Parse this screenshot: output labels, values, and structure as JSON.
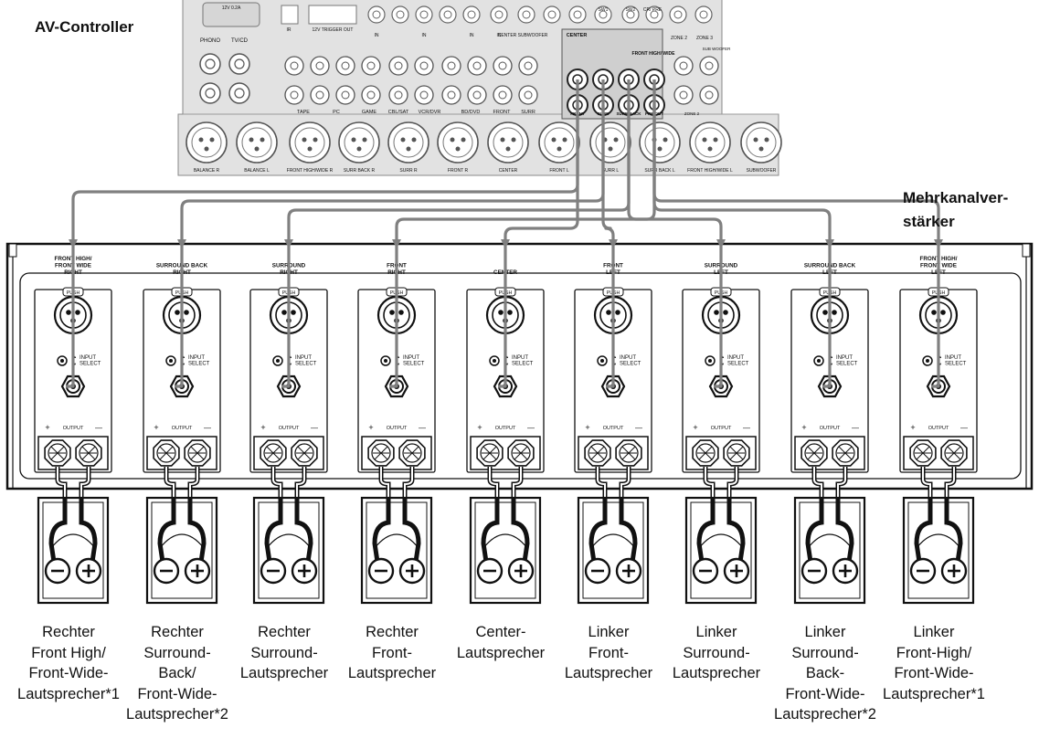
{
  "header": {
    "av_controller": "AV-Controller",
    "amplifier_line1": "Mehrkanalver-",
    "amplifier_line2": "stärker"
  },
  "rear_panel": {
    "top_labels": [
      "12V 0.2A",
      "IR",
      "12V TRIGGER OUT",
      "IN",
      "IN",
      "IN",
      "IN",
      "CENTER",
      "SUBWOOFER",
      "SW1",
      "SW2",
      "CR/ PRE",
      "ZONE 2",
      "ZONE 3",
      "SUB WOOFER"
    ],
    "group_labels": [
      "PHONO",
      "TV/CD",
      "TAPE",
      "PC",
      "GAME",
      "CBL/SAT",
      "VCR/DVR",
      "BD/DVD",
      "FRONT",
      "SURR",
      "FRONT",
      "SURR",
      "SURR BACK",
      "PRE OUT",
      "ZONE 2"
    ],
    "preout_labels": [
      "CENTER",
      "FRONT HIGH/ WIDE"
    ],
    "xlr_labels": [
      "BALANCE R",
      "BALANCE L",
      "FRONT HIGH/WIDE R",
      "SURR BACK R",
      "SURR R",
      "FRONT R",
      "CENTER",
      "FRONT L",
      "SURR L",
      "SURR BACK L",
      "FRONT HIGH/WIDE L",
      "SUBWOOFER"
    ]
  },
  "amplifier": {
    "push_label": "PUSH",
    "input_select_label": "INPUT SELECT",
    "output_label": "OUTPUT",
    "plus": "+",
    "minus": "—",
    "channels": [
      {
        "label": "FRONT HIGH/ FRONT WIDE RIGHT"
      },
      {
        "label": "SURROUND BACK RIGHT"
      },
      {
        "label": "SURROUND RIGHT"
      },
      {
        "label": "FRONT RIGHT"
      },
      {
        "label": "CENTER"
      },
      {
        "label": "FRONT LEFT"
      },
      {
        "label": "SURROUND LEFT"
      },
      {
        "label": "SURROUND BACK LEFT"
      },
      {
        "label": "FRONT HIGH/ FRONT WIDE LEFT"
      }
    ]
  },
  "speakers": [
    {
      "label": "Rechter\nFront High/\nFront-Wide-\nLautsprecher*1"
    },
    {
      "label": "Rechter\nSurround-\nBack/\nFront-Wide-\nLautsprecher*2"
    },
    {
      "label": "Rechter\nSurround-\nLautsprecher"
    },
    {
      "label": "Rechter\nFront-\nLautsprecher"
    },
    {
      "label": "Center-\nLautsprecher"
    },
    {
      "label": "Linker\nFront-\nLautsprecher"
    },
    {
      "label": "Linker\nSurround-\nLautsprecher"
    },
    {
      "label": "Linker\nSurround-\nBack-\nFront-Wide-\nLautsprecher*2"
    },
    {
      "label": "Linker\nFront-High/\nFront-Wide-\nLautsprecher*1"
    }
  ],
  "colors": {
    "cable": "#808080",
    "panel": "#e2e2e2",
    "line": "#111111"
  }
}
